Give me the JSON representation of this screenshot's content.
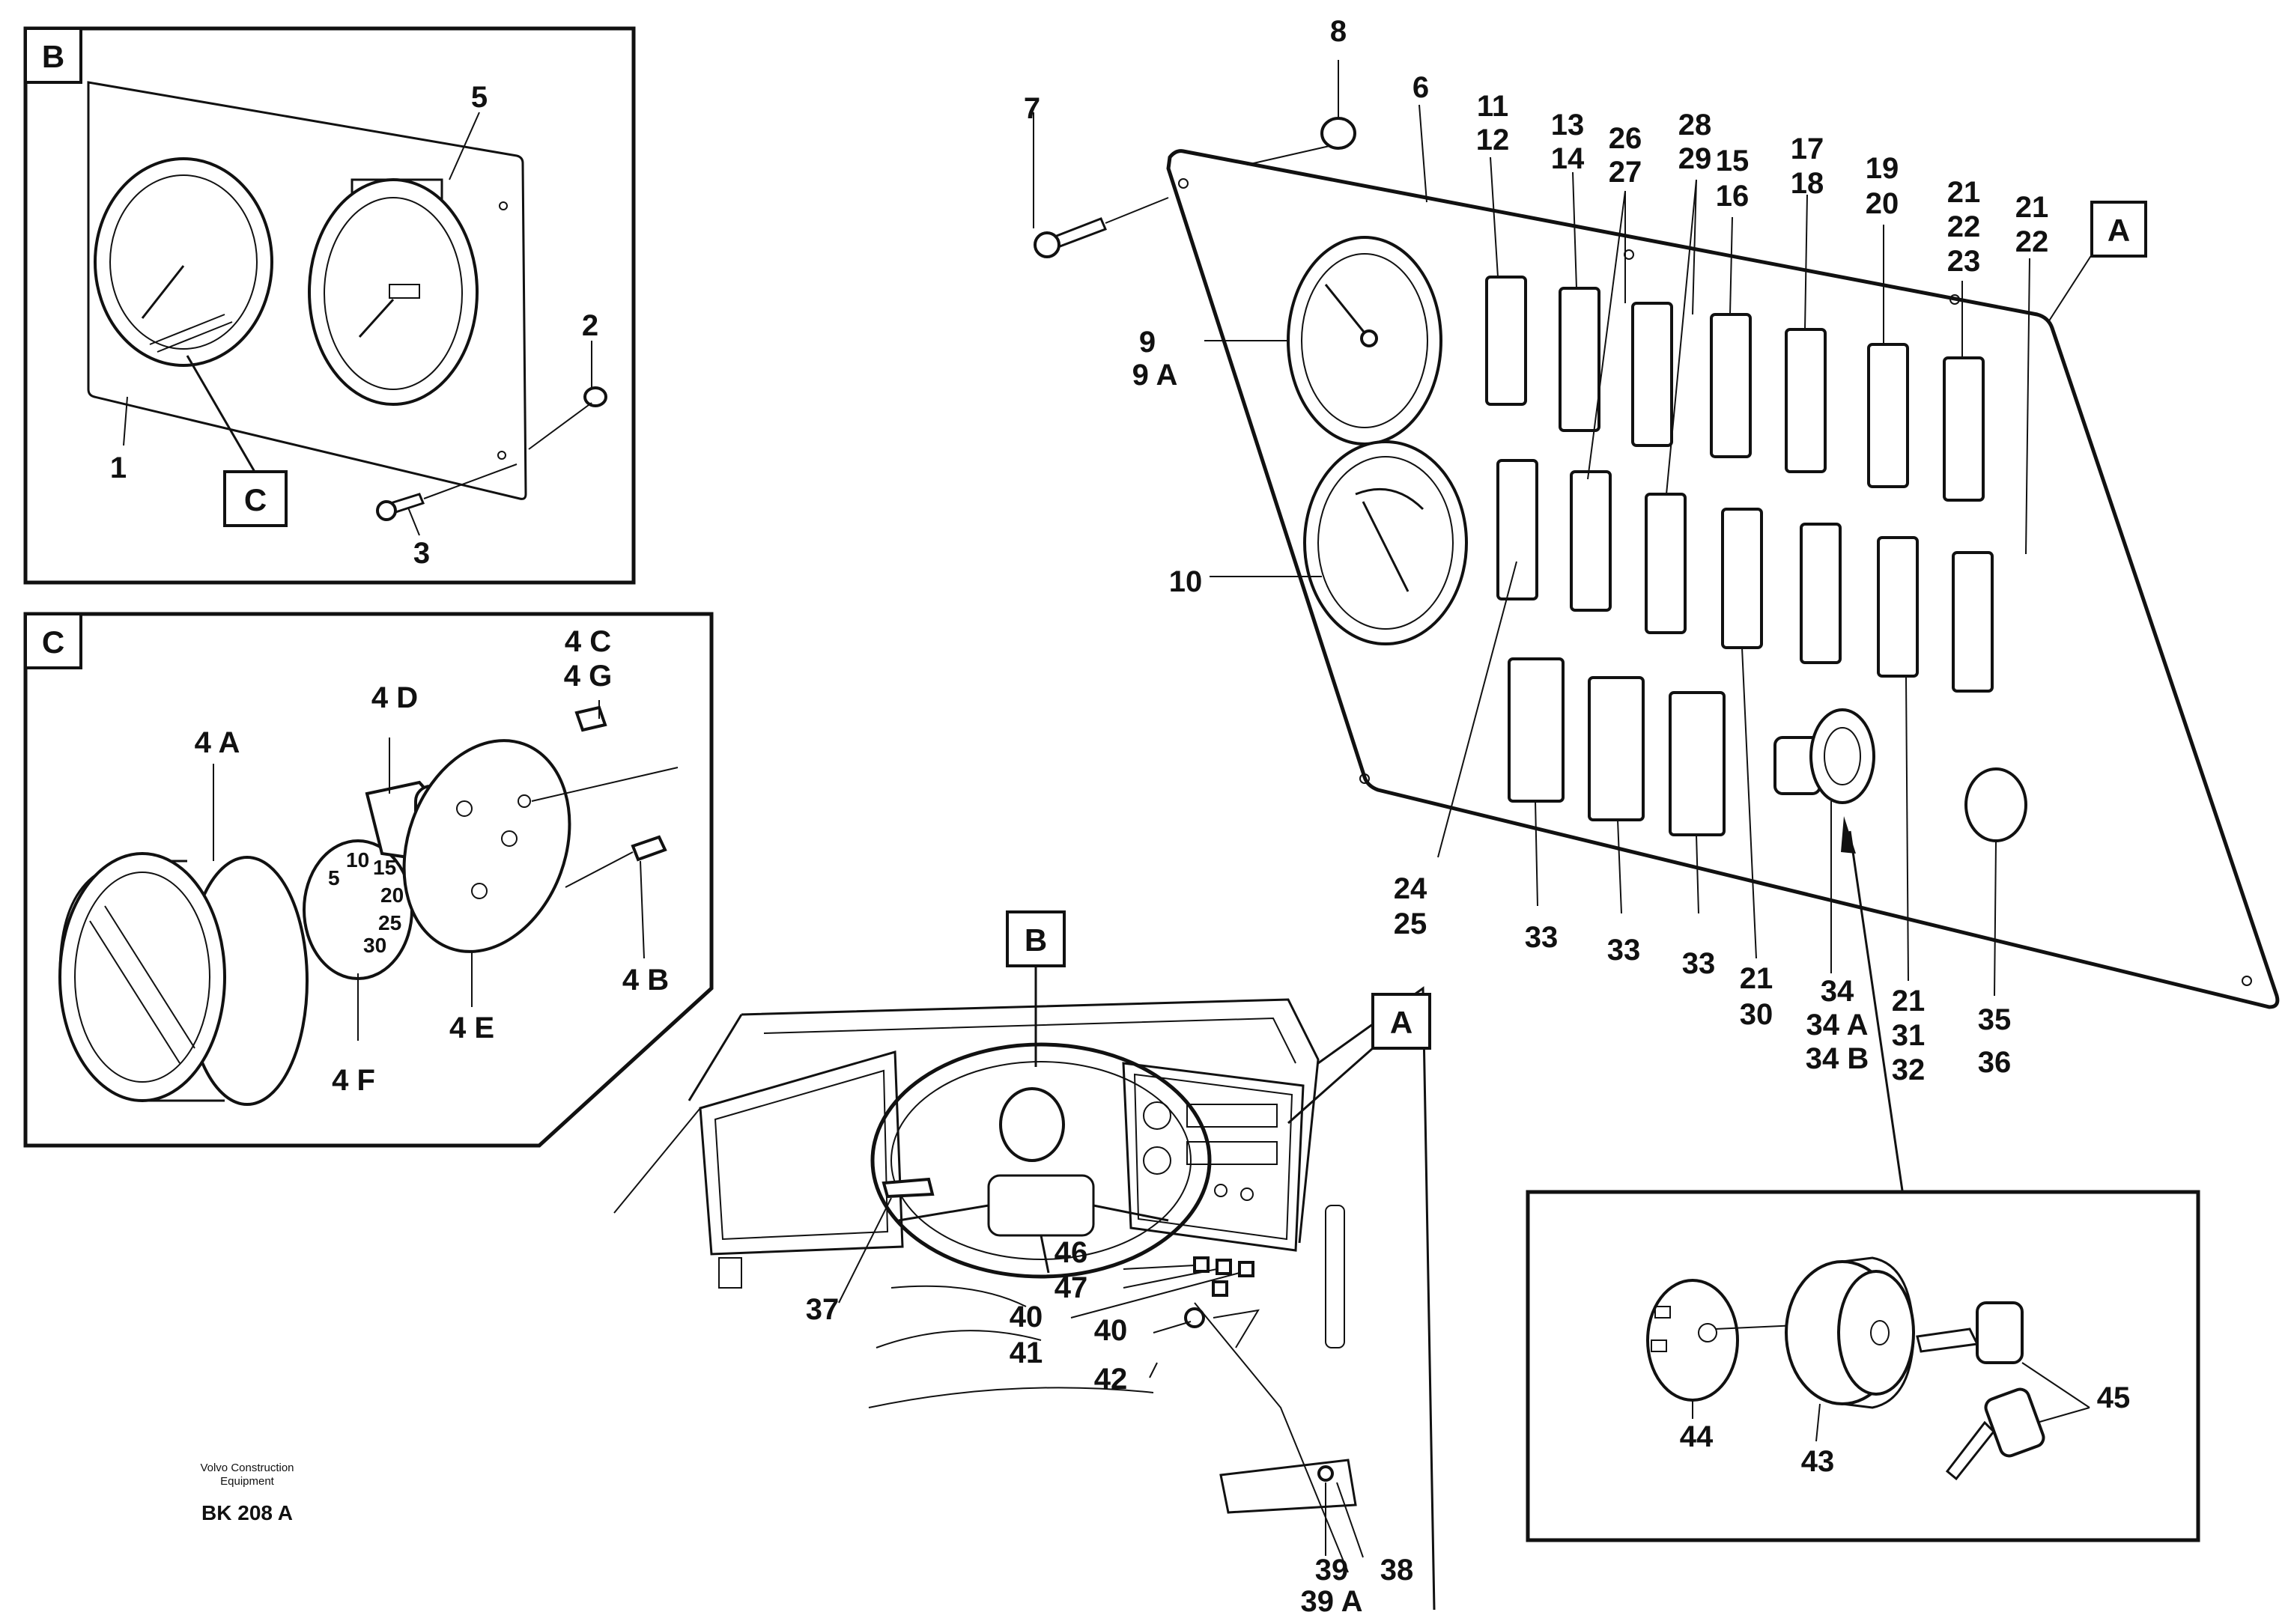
{
  "boxes": {
    "a": "A",
    "b": "B",
    "c": "C"
  },
  "labels": {
    "l1": "1",
    "l2": "2",
    "l3": "3",
    "l5": "5",
    "l4a": "4 A",
    "l4b": "4 B",
    "l4c": "4 C",
    "l4g": "4 G",
    "l4d": "4 D",
    "l4e": "4 E",
    "l4f": "4 F",
    "l6": "6",
    "l7": "7",
    "l8": "8",
    "l9": "9",
    "l9a": "9 A",
    "l10": "10",
    "l11": "11",
    "l12": "12",
    "l13": "13",
    "l14": "14",
    "l26": "26",
    "l27": "27",
    "l28": "28",
    "l29": "29",
    "l15": "15",
    "l16": "16",
    "l17": "17",
    "l18": "18",
    "l19": "19",
    "l20": "20",
    "l21a": "21",
    "l22a": "22",
    "l23": "23",
    "l21b": "21",
    "l22b": "22",
    "l24": "24",
    "l25": "25",
    "l33a": "33",
    "l33b": "33",
    "l33c": "33",
    "l21c": "21",
    "l30": "30",
    "l34": "34",
    "l34a": "34 A",
    "l34b": "34 B",
    "l21d": "21",
    "l31": "31",
    "l32": "32",
    "l35": "35",
    "l36": "36",
    "l37": "37",
    "l38": "38",
    "l39": "39",
    "l39a": "39 A",
    "l40a": "40",
    "l41": "41",
    "l40b": "40",
    "l42": "42",
    "l43": "43",
    "l44": "44",
    "l45": "45",
    "l46": "46",
    "l47": "47"
  },
  "dial": {
    "d5": "5",
    "d10": "10",
    "d15": "15",
    "d20": "20",
    "d25": "25",
    "d30": "30"
  },
  "footer": {
    "company_line1": "Volvo Construction",
    "company_line2": "Equipment",
    "ref": "BK 208 A"
  }
}
